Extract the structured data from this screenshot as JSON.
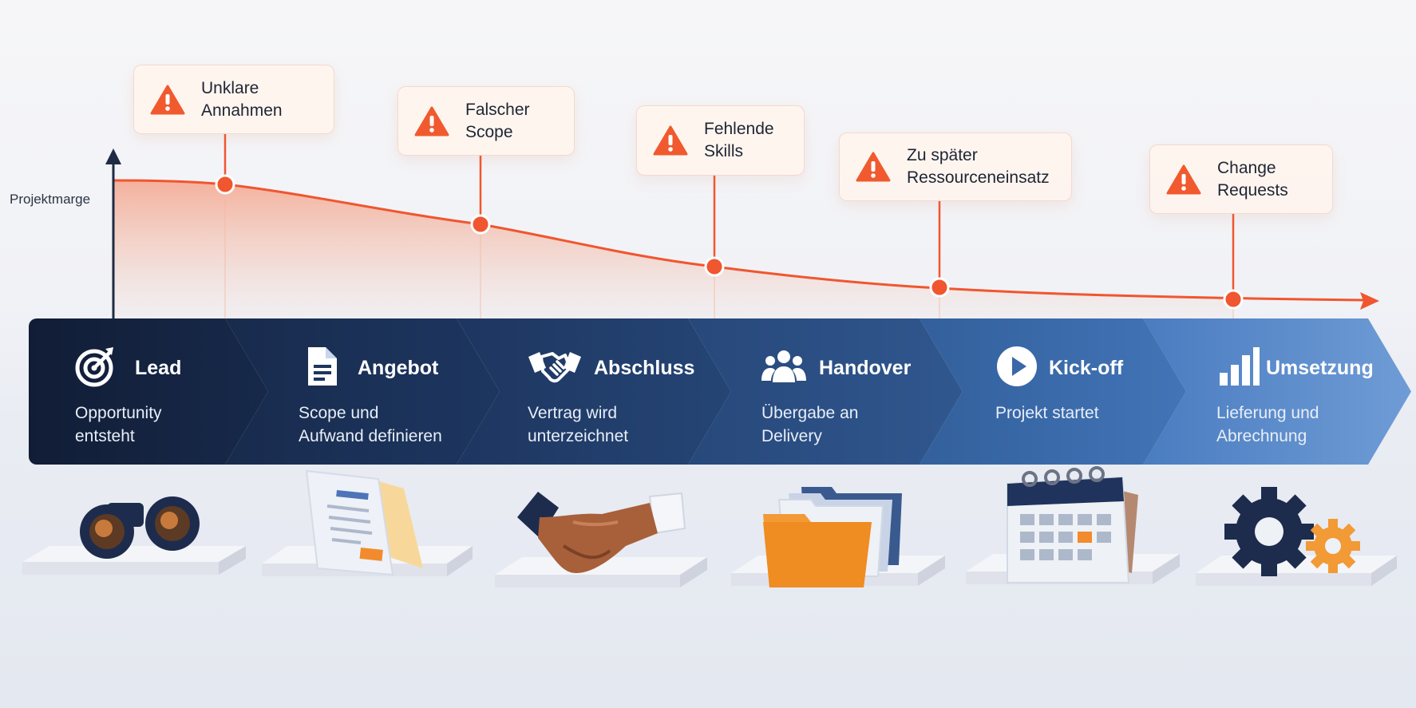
{
  "chart": {
    "y_label": "Projektmarge"
  },
  "callouts": [
    {
      "line1": "Unklare",
      "line2": "Annahmen",
      "icon": "warning-icon"
    },
    {
      "line1": "Falscher",
      "line2": "Scope",
      "icon": "warning-icon"
    },
    {
      "line1": "Fehlende",
      "line2": "Skills",
      "icon": "warning-icon"
    },
    {
      "line1": "Zu später",
      "line2": "Ressourceneinsatz",
      "icon": "warning-icon"
    },
    {
      "line1": "Change",
      "line2": "Requests",
      "icon": "warning-icon"
    }
  ],
  "stages": [
    {
      "title": "Lead",
      "desc1": "Opportunity",
      "desc2": "entsteht",
      "icon": "target-icon",
      "illustration": "binoculars-icon"
    },
    {
      "title": "Angebot",
      "desc1": "Scope und",
      "desc2": "Aufwand definieren",
      "icon": "document-icon",
      "illustration": "document-stand-icon"
    },
    {
      "title": "Abschluss",
      "desc1": "Vertrag wird",
      "desc2": "unterzeichnet",
      "icon": "handshake-icon",
      "illustration": "handshake-illustration-icon"
    },
    {
      "title": "Handover",
      "desc1": "Übergabe an",
      "desc2": "Delivery",
      "icon": "team-icon",
      "illustration": "folders-icon"
    },
    {
      "title": "Kick-off",
      "desc1": "Projekt startet",
      "desc2": "",
      "icon": "play-icon",
      "illustration": "calendar-icon"
    },
    {
      "title": "Umsetzung",
      "desc1": "Lieferung und",
      "desc2": "Abrechnung",
      "icon": "bar-chart-icon",
      "illustration": "gears-icon"
    }
  ],
  "colors": {
    "accent": "#f0562f",
    "warning": "#f05a2e",
    "stage_dark": "#13213d",
    "stage_light": "#5b8dd0",
    "axis": "#1f2b44"
  }
}
